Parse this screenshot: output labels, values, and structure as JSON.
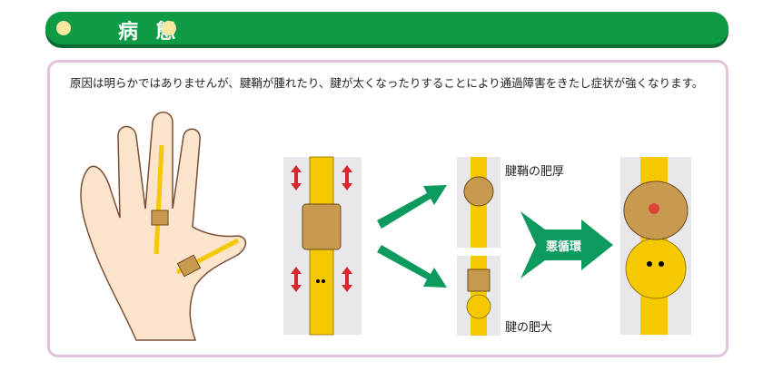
{
  "header": {
    "title": "病 態"
  },
  "description": "原因は明らかではありませんが、腱鞘が腫れたり、腱が太くなったりすることにより通過障害をきたし症状が強くなります。",
  "labels": {
    "sheath_thickening": "腱鞘の肥厚",
    "tendon_enlargement": "腱の肥大",
    "vicious_cycle": "悪循環"
  },
  "colors": {
    "green": "#0f9a46",
    "tendon": "#f5c800",
    "sheath": "#c89a50",
    "arrow": "#0c9a5e",
    "red": "#d9262a"
  }
}
